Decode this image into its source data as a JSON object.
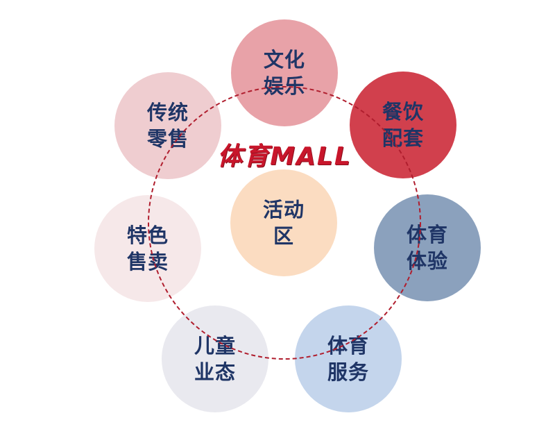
{
  "center_title": "体育MALL",
  "nodes": {
    "culture": {
      "line1": "文化",
      "line2": "娱乐"
    },
    "dining": {
      "line1": "餐饮",
      "line2": "配套"
    },
    "experience": {
      "line1": "体育",
      "line2": "体验"
    },
    "service": {
      "line1": "体育",
      "line2": "服务"
    },
    "kids": {
      "line1": "儿童",
      "line2": "业态"
    },
    "special": {
      "line1": "特色",
      "line2": "售卖"
    },
    "retail": {
      "line1": "传统",
      "line2": "零售"
    },
    "activity": {
      "line1": "活动",
      "line2": "区"
    }
  },
  "colors": {
    "ring": "#b01e2e",
    "text": "#1f3566",
    "title": "#c8162b"
  }
}
